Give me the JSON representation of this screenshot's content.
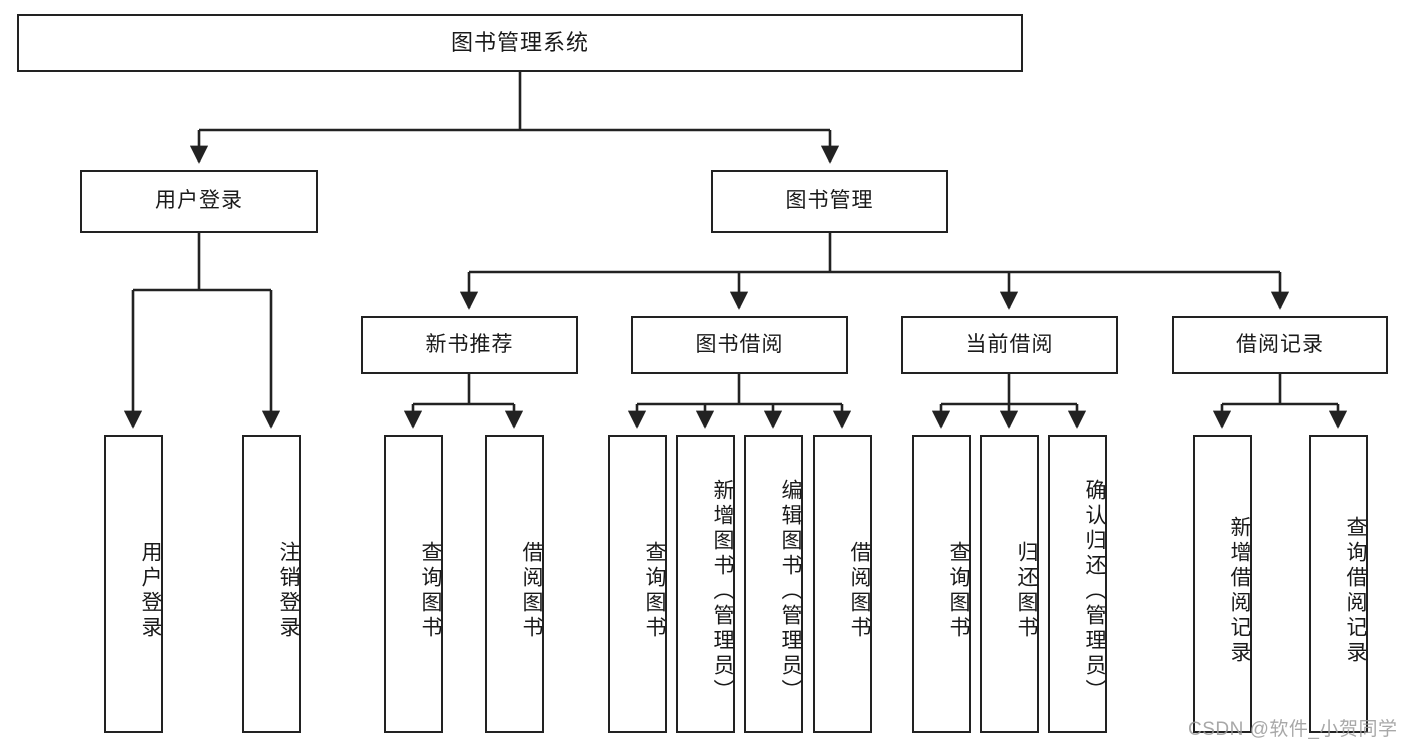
{
  "diagram": {
    "title": "图书管理系统",
    "type": "tree-hierarchy-chart",
    "orientation": "top-down",
    "line_color": "#222222",
    "box_fill": "#ffffff",
    "box_border": "#222222",
    "nodes": {
      "root": {
        "label": "图书管理系统"
      },
      "level1": [
        {
          "label": "用户登录"
        },
        {
          "label": "图书管理"
        }
      ],
      "level2": [
        {
          "label": "新书推荐"
        },
        {
          "label": "图书借阅"
        },
        {
          "label": "当前借阅"
        },
        {
          "label": "借阅记录"
        }
      ],
      "leaves": {
        "user_login": [
          {
            "label": "用户登录"
          },
          {
            "label": "注销登录"
          }
        ],
        "new_book_recommend": [
          {
            "label": "查询图书"
          },
          {
            "label": "借阅图书"
          }
        ],
        "book_borrow": [
          {
            "label": "查询图书"
          },
          {
            "label": "新增图书（管理员）"
          },
          {
            "label": "编辑图书（管理员）"
          },
          {
            "label": "借阅图书"
          }
        ],
        "current_borrow": [
          {
            "label": "查询图书"
          },
          {
            "label": "归还图书"
          },
          {
            "label": "确认归还（管理员）"
          }
        ],
        "borrow_record": [
          {
            "label": "新增借阅记录"
          },
          {
            "label": "查询借阅记录"
          }
        ]
      }
    }
  },
  "watermark": {
    "text": "CSDN @软件_小贺同学"
  }
}
